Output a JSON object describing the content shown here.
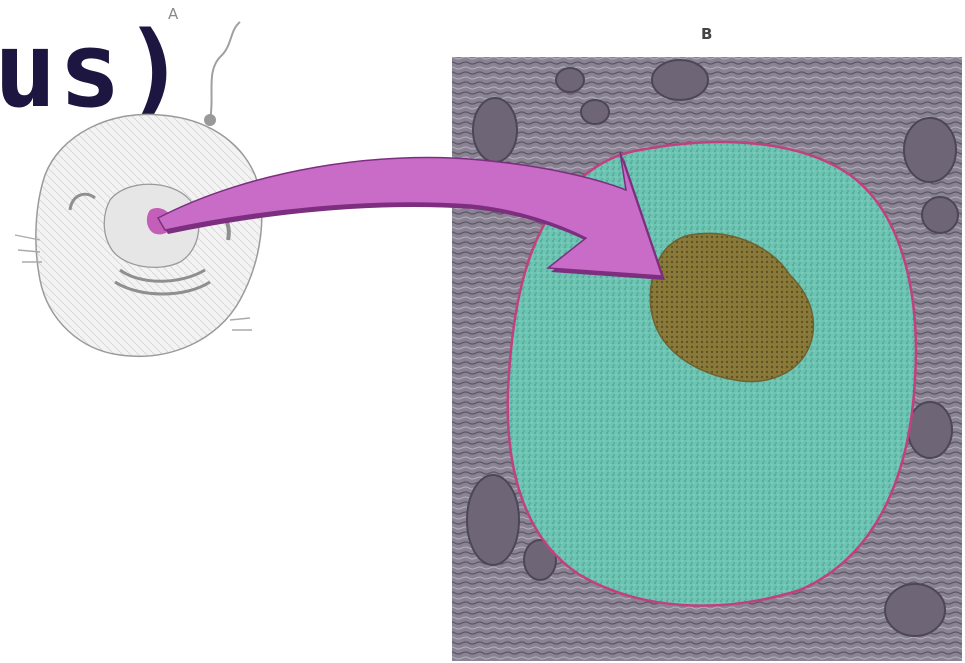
{
  "title_fragment": "us)",
  "panels": {
    "a": {
      "label": "A"
    },
    "b": {
      "label": "B"
    }
  },
  "colors": {
    "nucleus_fill": "#6cc4b2",
    "nucleolus_fill": "#8a7a3a",
    "nuclear_envelope": "#c2407f",
    "arrow_fill": "#c96cc8",
    "arrow_shadow": "#7d2f7f",
    "cytoplasm": "#8a8393",
    "title_color": "#1d1640"
  }
}
